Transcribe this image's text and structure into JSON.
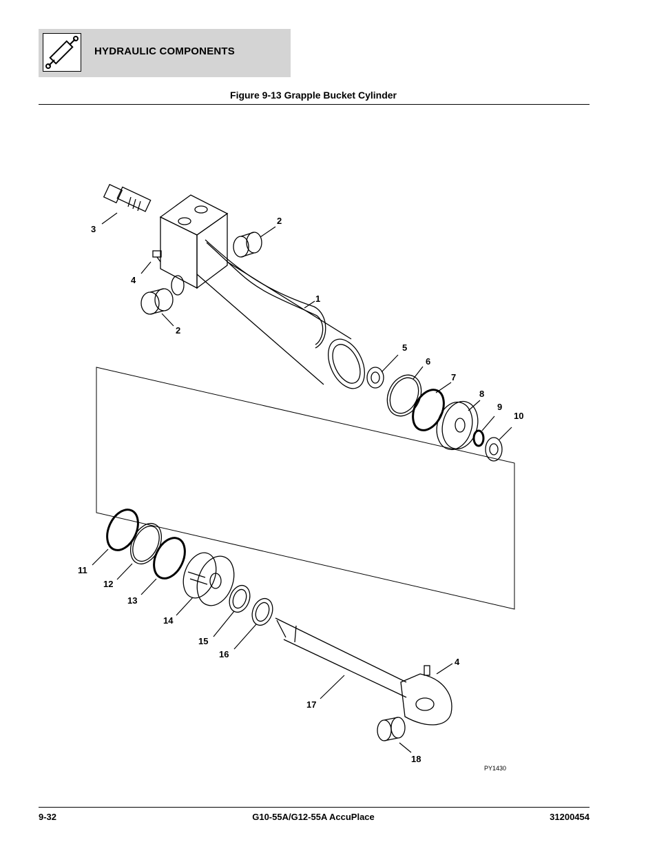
{
  "header": {
    "section_title": "HYDRAULIC COMPONENTS",
    "icon": "hydraulic-cylinder-icon"
  },
  "figure": {
    "title": "Figure 9-13 Grapple Bucket Cylinder",
    "reference_code": "PY1430",
    "callouts": [
      "1",
      "2",
      "2",
      "3",
      "4",
      "4",
      "5",
      "6",
      "7",
      "8",
      "9",
      "10",
      "11",
      "12",
      "13",
      "14",
      "15",
      "16",
      "17",
      "18"
    ]
  },
  "footer": {
    "page_number": "9-32",
    "model": "G10-55A/G12-55A AccuPlace",
    "doc_number": "31200454"
  }
}
